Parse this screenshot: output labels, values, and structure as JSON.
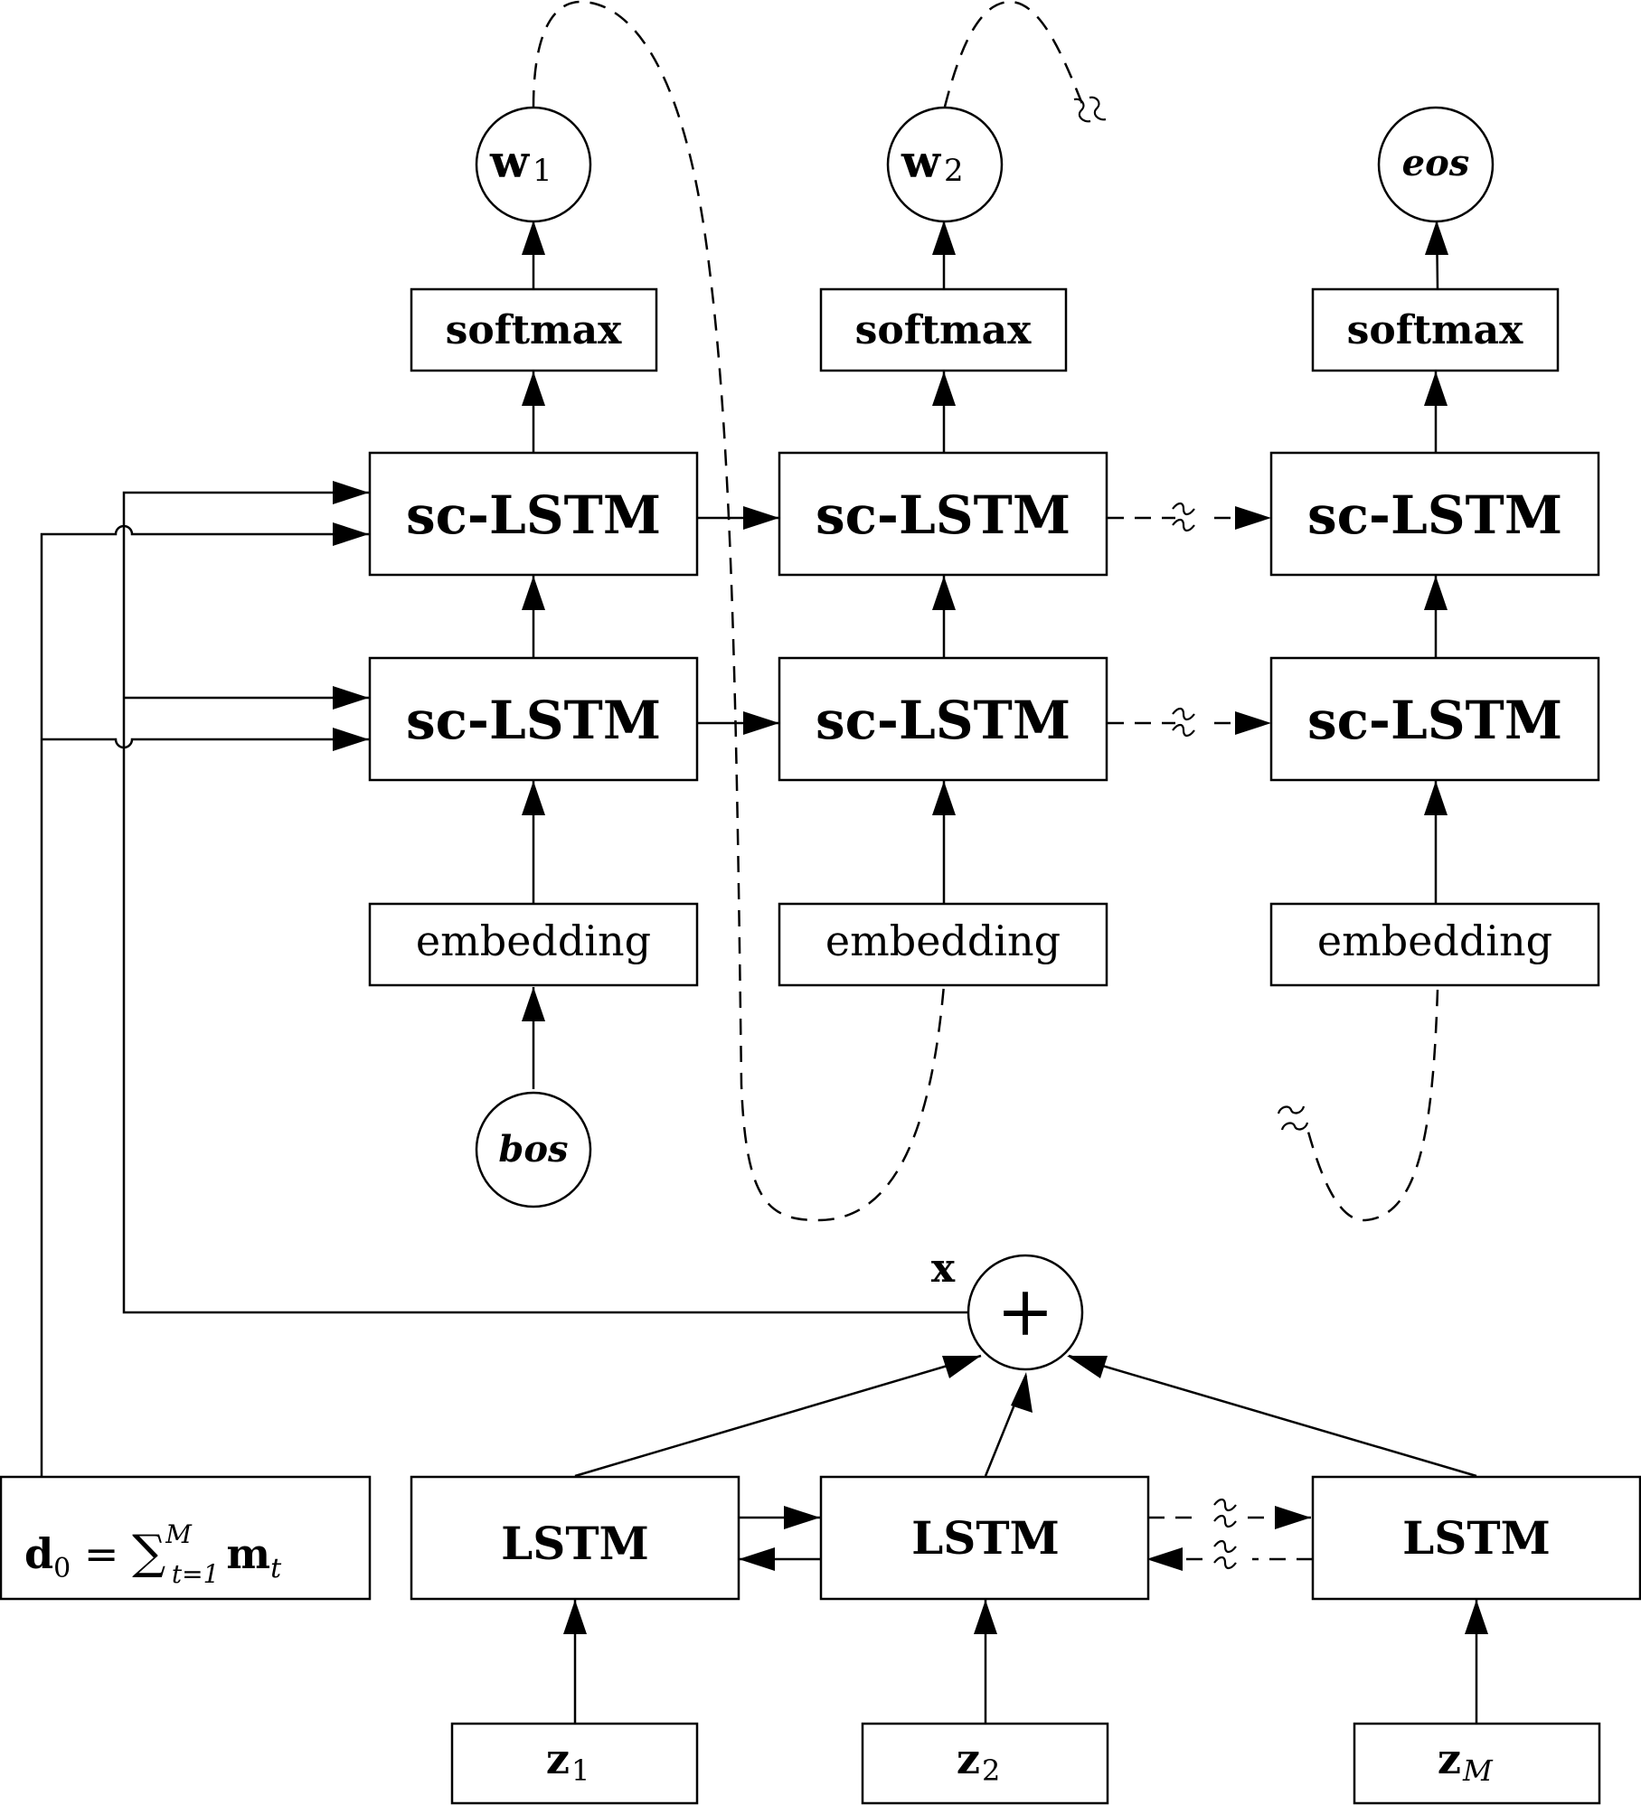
{
  "nodes": {
    "w1": {
      "main": "w",
      "sub": "1"
    },
    "w2": {
      "main": "w",
      "sub": "2"
    },
    "eos": "eos",
    "bos": "bos",
    "softmax": "softmax",
    "sc_lstm": "sc-LSTM",
    "embedding": "embedding",
    "sum_label": "x",
    "sum_symbol": "+",
    "lstm": "LSTM",
    "z1": {
      "main": "z",
      "sub": "1"
    },
    "z2": {
      "main": "z",
      "sub": "2"
    },
    "zM": {
      "main": "z",
      "sub": "M"
    }
  },
  "d0": {
    "lhs": "d",
    "lhs_sub": "0",
    "eq": " = ",
    "sigma": "∑",
    "sigma_sup": "M",
    "sigma_sub": "t=1",
    "term": "m",
    "term_sub": "t"
  }
}
